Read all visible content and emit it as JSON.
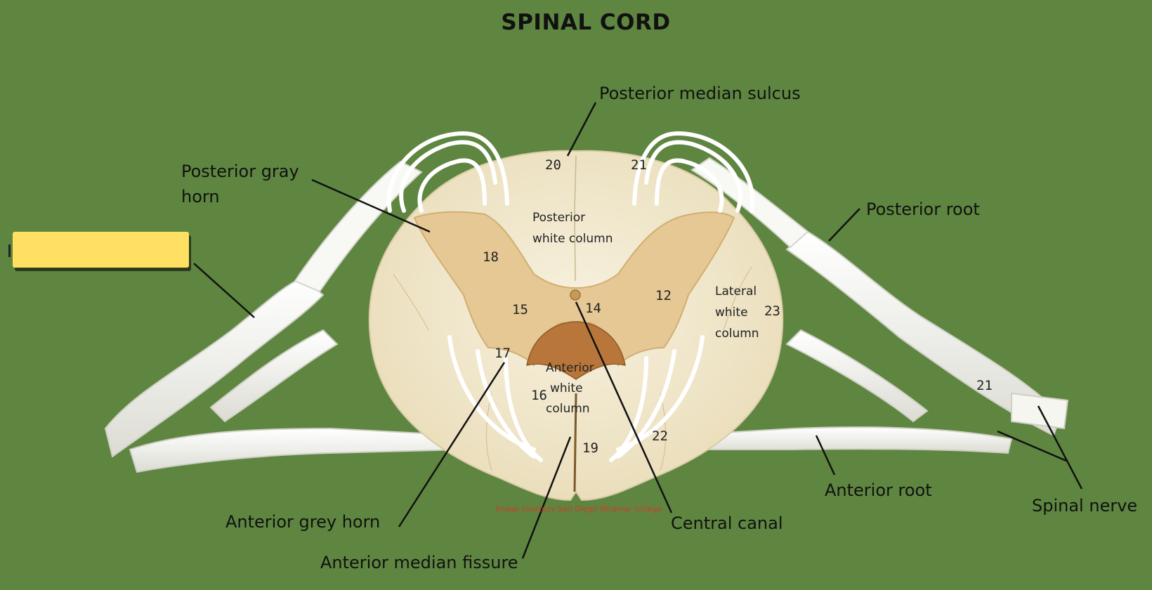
{
  "title": "SPINAL CORD",
  "labels": {
    "posterior_median_sulcus": "Posterior median sulcus",
    "posterior_gray_horn_line1": "Posterior gray",
    "posterior_gray_horn_line2": "horn",
    "posterior_root": "Posterior root",
    "anterior_grey_horn": "Anterior grey  horn",
    "anterior_median_fissure": "Anterior median fissure",
    "central_canal": "Central canal",
    "anterior_root": "Anterior root",
    "spinal_nerve": "Spinal nerve"
  },
  "inner_labels": {
    "posterior_white_column_line1": "Posterior",
    "posterior_white_column_line2": "white column",
    "lateral_white_column_line1": "Lateral",
    "lateral_white_column_line2": "white",
    "lateral_white_column_line3": "column",
    "anterior_white_column_line1": "Anterior",
    "anterior_white_column_line2": "white",
    "anterior_white_column_line3": "column"
  },
  "model_numbers": {
    "n20": "20",
    "n21_top": "21",
    "n18": "18",
    "n15": "15",
    "n14": "14",
    "n12": "12",
    "n23": "23",
    "n17": "17",
    "n16": "16",
    "n19": "19",
    "n22": "22",
    "n21_nerve": "21"
  },
  "credit": "Image courtesy San Diego Miramar college",
  "masked_label": "",
  "colors": {
    "background": "#5e8640",
    "white_matter": "#f2ead2",
    "gray_matter": "#e6c895",
    "nerve": "#f7f6f1",
    "mask": "#ffe062"
  }
}
